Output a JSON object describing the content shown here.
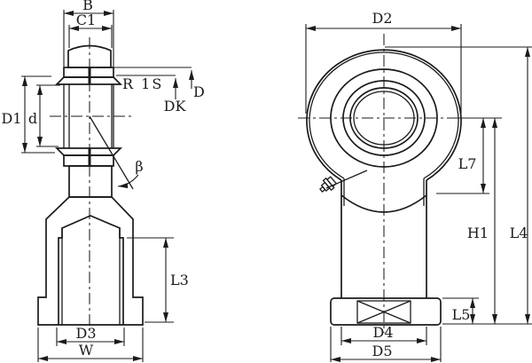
{
  "colors": {
    "line": "#1b1b1b",
    "background": "#ffffff"
  },
  "left_view": {
    "labels": {
      "b": "B",
      "c1": "C1",
      "r_1s": "R 1S",
      "d_outer": "D",
      "dk": "DK",
      "d1": "D1",
      "d_bore": "d",
      "beta": "β",
      "l3": "L3",
      "d3": "D3",
      "w": "W"
    }
  },
  "right_view": {
    "labels": {
      "d2": "D2",
      "l7": "L7",
      "h1": "H1",
      "l4": "L4",
      "l5": "L5",
      "d4": "D4",
      "d5": "D5"
    }
  }
}
